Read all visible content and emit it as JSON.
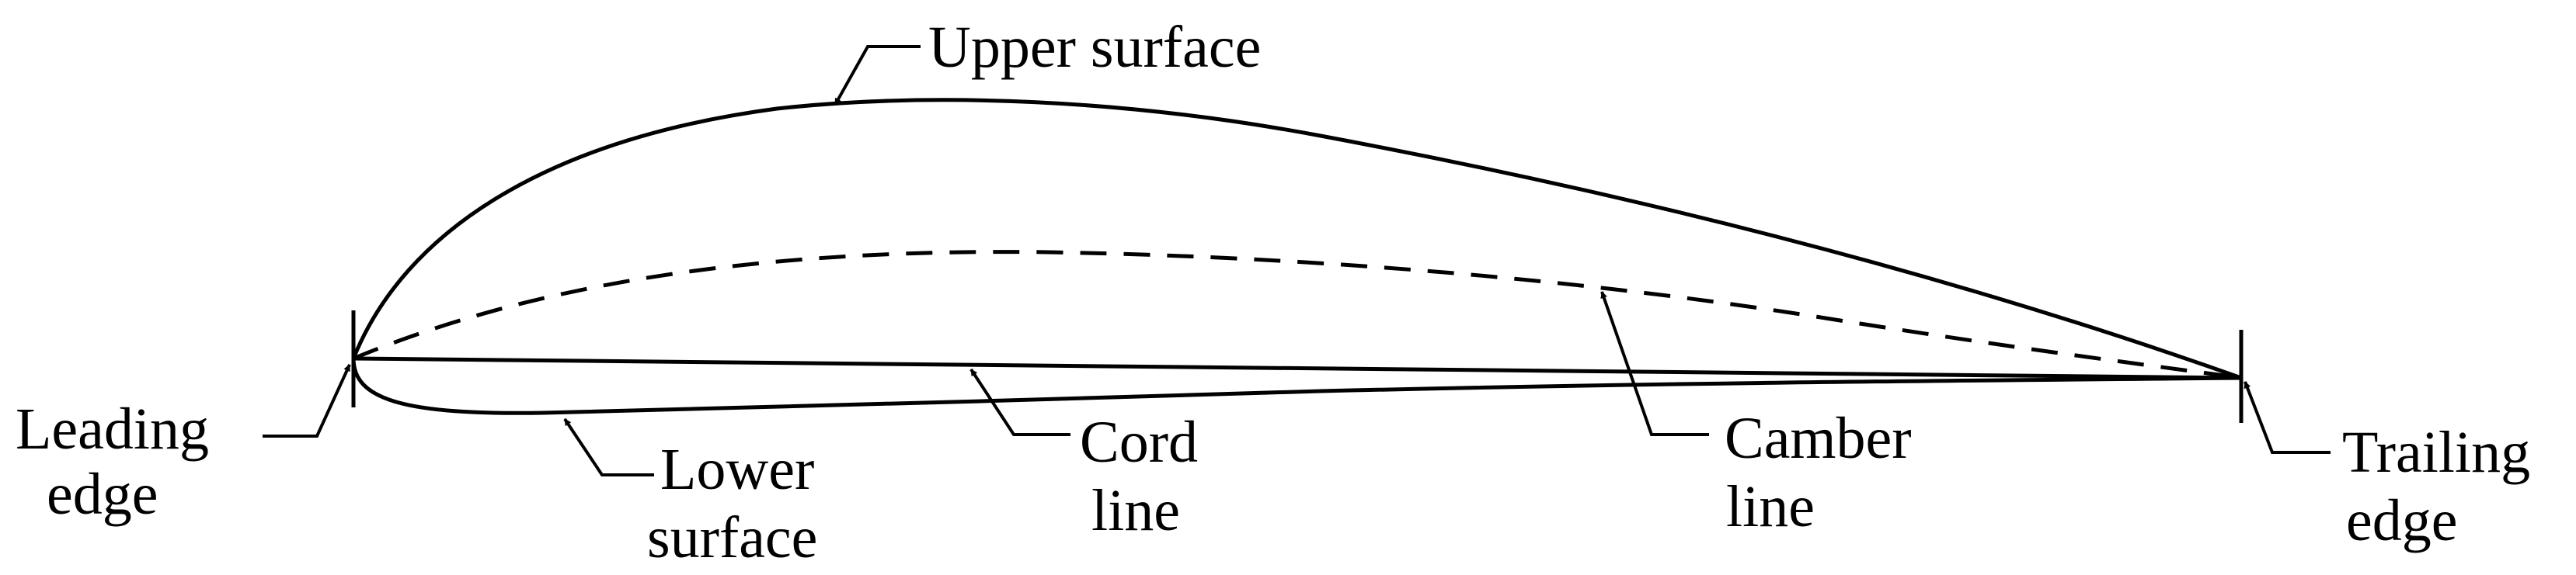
{
  "labels": {
    "upper_surface": "Upper surface",
    "leading_edge": [
      "Leading",
      "edge"
    ],
    "lower_surface": [
      "Lower",
      "surface"
    ],
    "cord_line": [
      "Cord",
      "line"
    ],
    "camber_line": [
      "Camber",
      "line"
    ],
    "trailing_edge": [
      "Trailing",
      "edge"
    ]
  },
  "colors": {
    "ink": "#000000",
    "background": "#ffffff"
  }
}
